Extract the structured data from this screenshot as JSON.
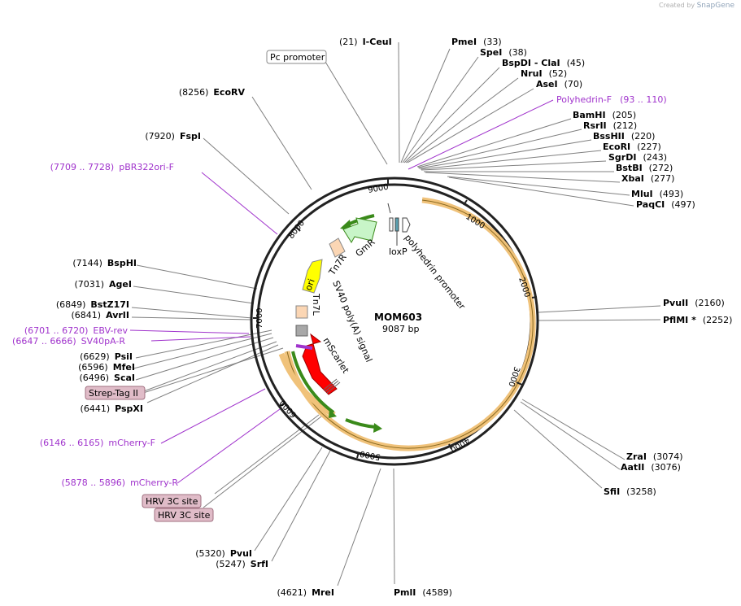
{
  "credit": {
    "prefix": "Created by",
    "brand": "SnapGene"
  },
  "plasmid": {
    "name": "MOM603",
    "size": "9087 bp"
  },
  "ticks": [
    "1000",
    "2000",
    "3000",
    "4000",
    "5000",
    "6000",
    "7000",
    "8000",
    "9000"
  ],
  "sites": [
    {
      "pos": "(21)",
      "name": "I-CeuI"
    },
    {
      "pos": "(33)",
      "name": "PmeI"
    },
    {
      "pos": "(38)",
      "name": "SpeI"
    },
    {
      "pos": "(45)",
      "name": "BspDI - ClaI"
    },
    {
      "pos": "(52)",
      "name": "NruI"
    },
    {
      "pos": "(70)",
      "name": "AseI"
    },
    {
      "pos": "(205)",
      "name": "BamHI"
    },
    {
      "pos": "(212)",
      "name": "RsrII"
    },
    {
      "pos": "(220)",
      "name": "BssHII"
    },
    {
      "pos": "(227)",
      "name": "EcoRI"
    },
    {
      "pos": "(243)",
      "name": "SgrDI"
    },
    {
      "pos": "(272)",
      "name": "BstBI"
    },
    {
      "pos": "(277)",
      "name": "XbaI"
    },
    {
      "pos": "(493)",
      "name": "MluI"
    },
    {
      "pos": "(497)",
      "name": "PaqCI"
    },
    {
      "pos": "(2160)",
      "name": "PvuII"
    },
    {
      "pos": "(2252)",
      "name": "PflMI *"
    },
    {
      "pos": "(3074)",
      "name": "ZraI"
    },
    {
      "pos": "(3076)",
      "name": "AatII"
    },
    {
      "pos": "(3258)",
      "name": "SfiI"
    },
    {
      "pos": "(4589)",
      "name": "PmlI"
    },
    {
      "pos": "(4621)",
      "name": "MreI"
    },
    {
      "pos": "(5247)",
      "name": "SrfI"
    },
    {
      "pos": "(5320)",
      "name": "PvuI"
    },
    {
      "pos": "(6441)",
      "name": "PspXI"
    },
    {
      "pos": "(6496)",
      "name": "ScaI"
    },
    {
      "pos": "(6596)",
      "name": "MfeI"
    },
    {
      "pos": "(6629)",
      "name": "PsiI"
    },
    {
      "pos": "(6841)",
      "name": "AvrII"
    },
    {
      "pos": "(6849)",
      "name": "BstZ17I"
    },
    {
      "pos": "(7031)",
      "name": "AgeI"
    },
    {
      "pos": "(7144)",
      "name": "BspHI"
    },
    {
      "pos": "(7920)",
      "name": "FspI"
    },
    {
      "pos": "(8256)",
      "name": "EcoRV"
    }
  ],
  "primers": [
    {
      "range": "(93 .. 110)",
      "name": "Polyhedrin-F"
    },
    {
      "range": "(7709 .. 7728)",
      "name": "pBR322ori-F"
    },
    {
      "range": "(6701 .. 6720)",
      "name": "EBV-rev"
    },
    {
      "range": "(6647 .. 6666)",
      "name": "SV40pA-R"
    },
    {
      "range": "(6146 .. 6165)",
      "name": "mCherry-F"
    },
    {
      "range": "(5878 .. 5896)",
      "name": "mCherry-R"
    }
  ],
  "boxed_features": [
    "Pc promoter",
    "Strep-Tag II",
    "HRV 3C site",
    "HRV 3C site"
  ],
  "features": [
    "GmR",
    "Tn7R",
    "ori",
    "Tn7L",
    "SV40 poly(A) signal",
    "mScarlet",
    "loxP",
    "polyhedrin promoter"
  ],
  "colors": {
    "primer": "#a033cc",
    "orf_orange": "#f0c27a",
    "green_arrow": "#3a8a1a",
    "gmr_fill": "#c8f5c8",
    "ori_fill": "#ffff00",
    "mscarlet_fill": "#ff0000",
    "tn7_fill": "#fbd6b4",
    "sv40_fill": "#a8a8a8",
    "strep_box": "#e0bcc8"
  }
}
